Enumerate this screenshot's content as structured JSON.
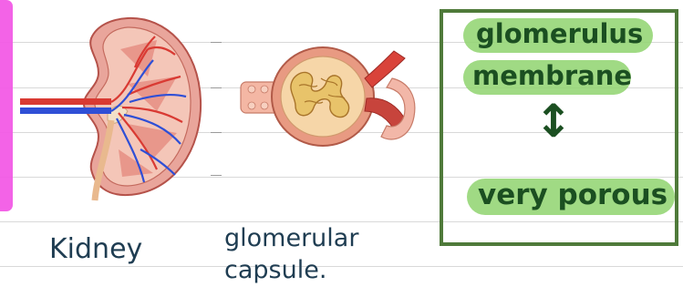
{
  "labels": {
    "kidney": "Kidney",
    "capsule_line1": "glomerular",
    "capsule_line2": "capsule."
  },
  "box": {
    "line1": "glomerulus",
    "line2": "membrane",
    "arrow": "↕",
    "line3": "very porous"
  },
  "colors": {
    "pink_highlight": "#f25be6",
    "green_highlight": "#8fd36e",
    "box_border": "#4f7a3a",
    "handwriting_blue": "#1f3d52",
    "handwriting_green": "#1b4f21"
  },
  "icons": {
    "kidney": "kidney-illustration",
    "capsule": "glomerular-capsule-illustration",
    "arrow": "double-headed-arrow"
  }
}
